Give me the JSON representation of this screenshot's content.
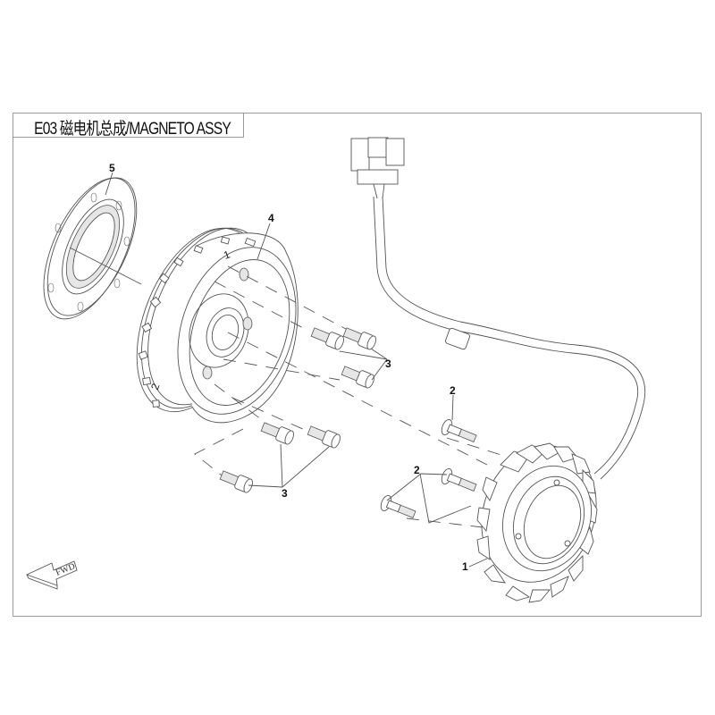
{
  "title": "E03 磁电机总成/MAGNETO ASSY",
  "callouts": {
    "stator": "1",
    "bolt_flange_a": "2",
    "bolt_flange_b": "2",
    "socket_bolts_upper": "3",
    "socket_bolts_lower": "3",
    "flywheel": "4",
    "starter_clutch": "5"
  },
  "rotor_marks": {
    "mark_1": "1",
    "mark_2": "2"
  },
  "fwd_arrow_label": "FWD"
}
